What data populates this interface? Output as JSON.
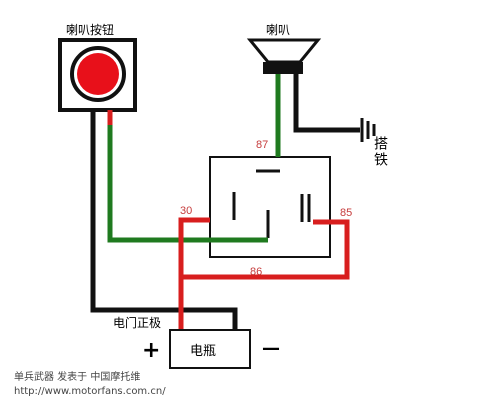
{
  "labels": {
    "horn_button": "喇叭按钮",
    "horn": "喇叭",
    "ground": "搭铁",
    "door_positive": "电门正极",
    "battery": "电瓶",
    "plus_sign": "+",
    "minus_sign": "—"
  },
  "pins": {
    "p87": "87",
    "p30": "30",
    "p85": "85",
    "p86": "86"
  },
  "watermark": {
    "author_line": "单兵武器 发表于 中国摩托维",
    "url": "http://www.motorfans.com.cn/"
  },
  "colors": {
    "black_wire": "#111111",
    "green_wire": "#1f7a1f",
    "red_wire": "#d81e1e",
    "button_red": "#e8101a",
    "pin_label": "#c63c3c"
  }
}
